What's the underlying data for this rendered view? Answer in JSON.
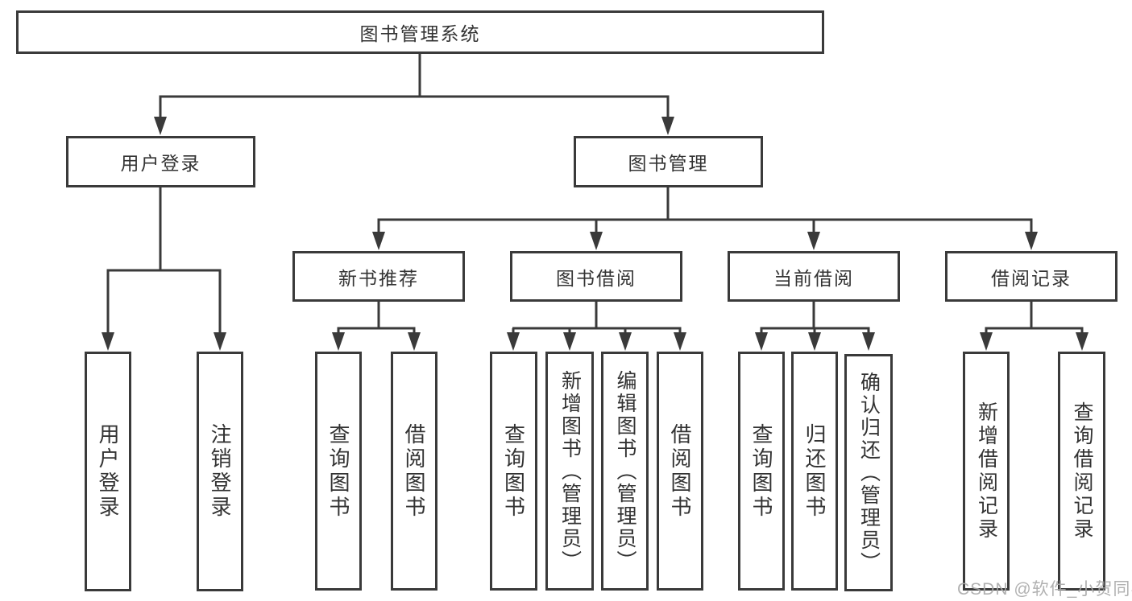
{
  "diagram": {
    "type": "hierarchy-tree",
    "root": {
      "label": "图书管理系统"
    },
    "branches": [
      {
        "label": "用户登录",
        "children": [
          {
            "label": "用户登录"
          },
          {
            "label": "注销登录"
          }
        ]
      },
      {
        "label": "图书管理",
        "children": [
          {
            "label": "新书推荐",
            "children": [
              {
                "label": "查询图书"
              },
              {
                "label": "借阅图书"
              }
            ]
          },
          {
            "label": "图书借阅",
            "children": [
              {
                "label": "查询图书"
              },
              {
                "label": "新增图书（管理员）"
              },
              {
                "label": "编辑图书（管理员）"
              },
              {
                "label": "借阅图书"
              }
            ]
          },
          {
            "label": "当前借阅",
            "children": [
              {
                "label": "查询图书"
              },
              {
                "label": "归还图书"
              },
              {
                "label": "确认归还（管理员）"
              }
            ]
          },
          {
            "label": "借阅记录",
            "children": [
              {
                "label": "新增借阅记录"
              },
              {
                "label": "查询借阅记录"
              }
            ]
          }
        ]
      }
    ]
  },
  "watermark": {
    "text": "CSDN @软件_小贺同学"
  },
  "colors": {
    "line": "#3a3a3a",
    "border": "#3a3a3a",
    "text": "#333333",
    "background": "#ffffff",
    "watermark": "#a8a8a8"
  }
}
